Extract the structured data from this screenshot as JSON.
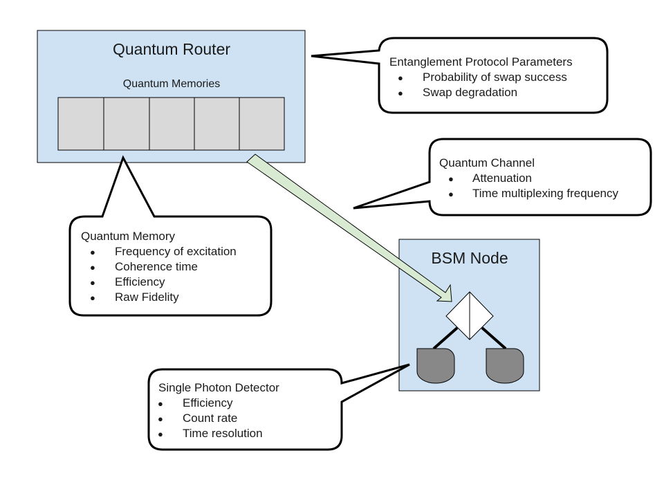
{
  "router": {
    "title": "Quantum Router",
    "memories_label": "Quantum Memories",
    "memory_slots": 5
  },
  "bsm": {
    "title": "BSM Node"
  },
  "callouts": {
    "protocol": {
      "title": "Entanglement Protocol Parameters",
      "items": [
        "Probability of swap success",
        "Swap degradation"
      ]
    },
    "channel": {
      "title": "Quantum Channel",
      "items": [
        "Attenuation",
        "Time multiplexing frequency"
      ]
    },
    "memory": {
      "title": "Quantum Memory",
      "items": [
        "Frequency of excitation",
        "Coherence time",
        "Efficiency",
        "Raw Fidelity"
      ]
    },
    "detector": {
      "title": "Single Photon Detector",
      "items": [
        "Efficiency",
        "Count rate",
        "Time resolution"
      ]
    }
  },
  "bullet": "●",
  "colors": {
    "node_fill": "#cfe2f3",
    "memory_cell_fill": "#d9d9d9",
    "detector_fill": "#888888",
    "channel_arrow_fill": "#d9ead3",
    "outline": "#000000"
  }
}
